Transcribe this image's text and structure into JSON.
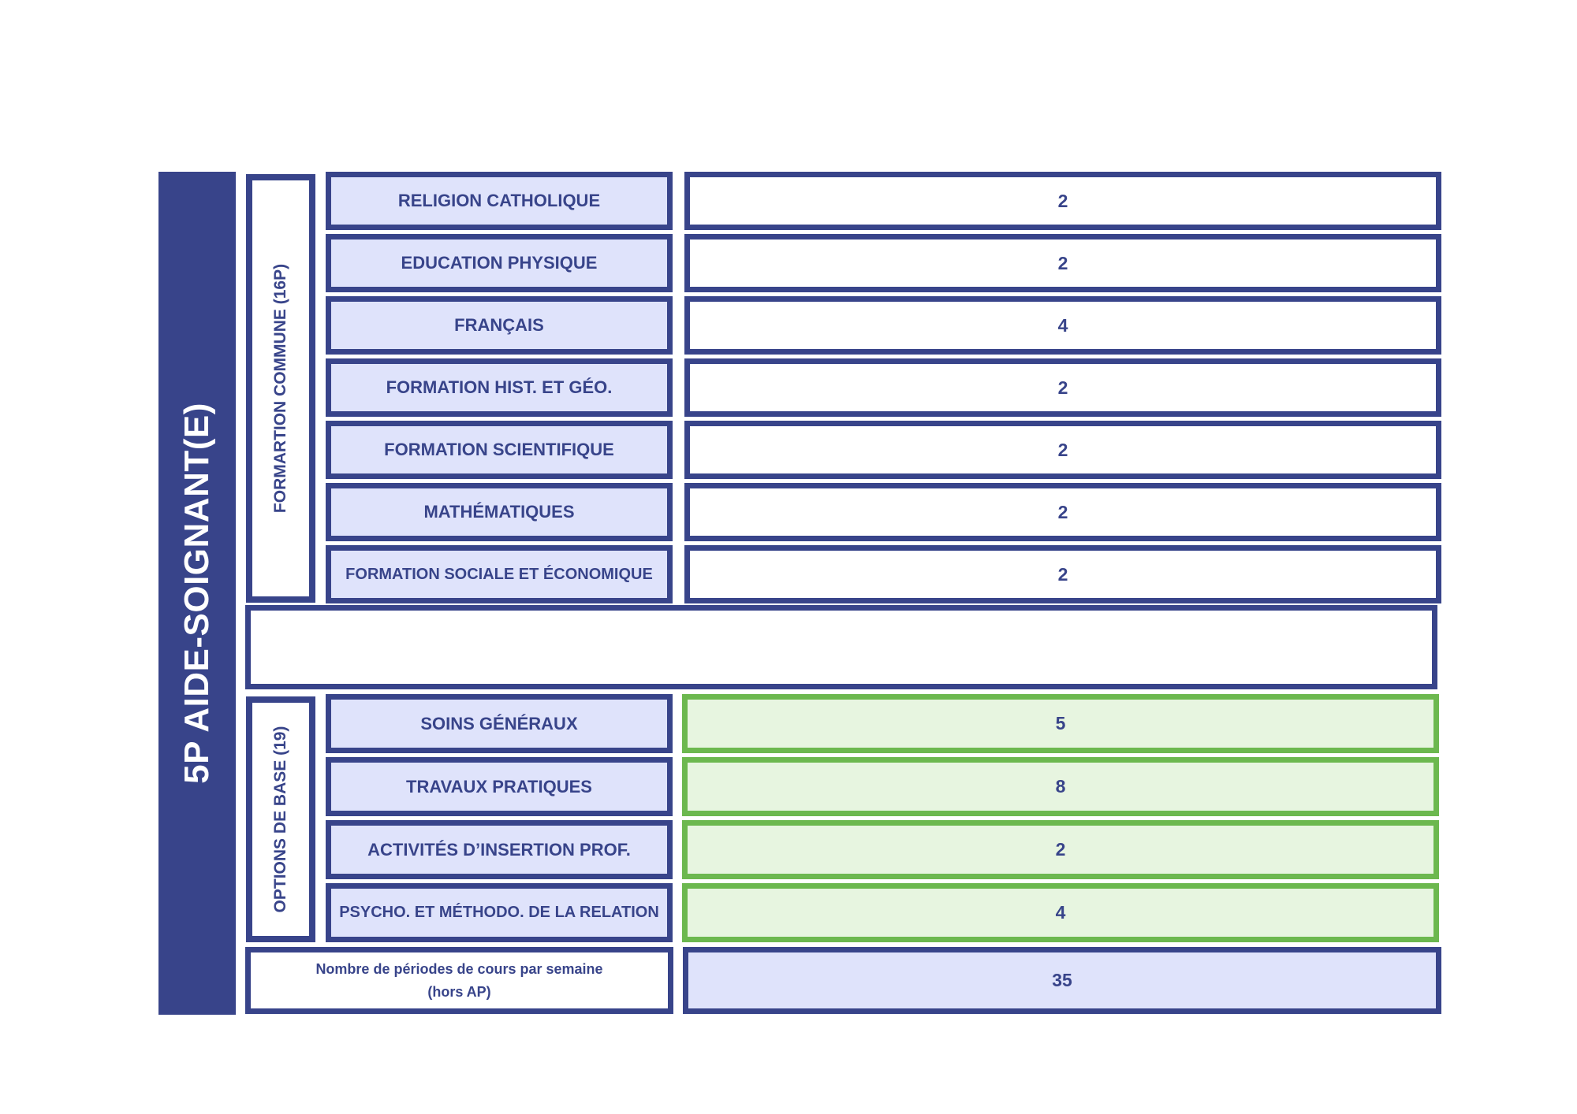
{
  "title": "5P AIDE-SOIGNANT(E)",
  "formation_commune": {
    "label": "FORMARTION COMMUNE (16P)",
    "rows": [
      {
        "subject": "RELIGION CATHOLIQUE",
        "periods": "2"
      },
      {
        "subject": "EDUCATION PHYSIQUE",
        "periods": "2"
      },
      {
        "subject": "FRANÇAIS",
        "periods": "4"
      },
      {
        "subject": "FORMATION HIST. ET GÉO.",
        "periods": "2"
      },
      {
        "subject": "FORMATION SCIENTIFIQUE",
        "periods": "2"
      },
      {
        "subject": "MATHÉMATIQUES",
        "periods": "2"
      },
      {
        "subject": "FORMATION SOCIALE ET ÉCONOMIQUE",
        "periods": "2"
      }
    ]
  },
  "options_de_base": {
    "label": "OPTIONS DE BASE  (19)",
    "rows": [
      {
        "subject": "SOINS GÉNÉRAUX",
        "periods": "5"
      },
      {
        "subject": "TRAVAUX PRATIQUES",
        "periods": "8"
      },
      {
        "subject": "ACTIVITÉS D’INSERTION PROF.",
        "periods": "2"
      },
      {
        "subject": "PSYCHO. ET MÉTHODO. DE LA RELATION",
        "periods": "4"
      }
    ]
  },
  "total": {
    "label_line1": "Nombre de périodes de cours par semaine",
    "label_line2": "(hors AP)",
    "value": "35"
  },
  "colors": {
    "primary": "#38448a",
    "subject_fill": "#dfe3fb",
    "option_border": "#6cb84f",
    "option_fill": "#e7f5e0"
  }
}
